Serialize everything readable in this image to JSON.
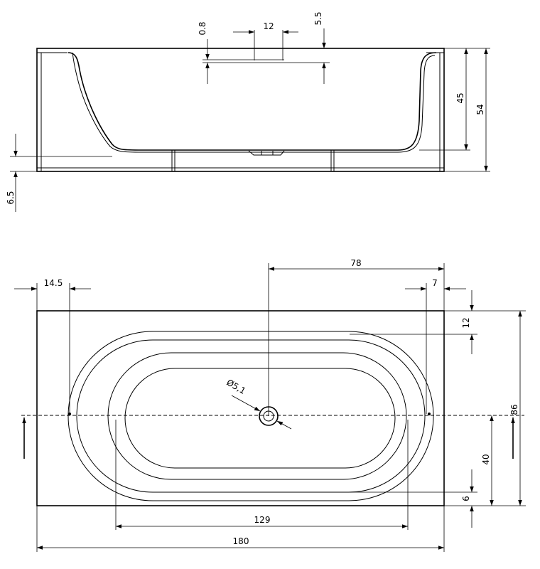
{
  "side_view": {
    "dim_rim_thickness": "0.8",
    "dim_drain_width": "12",
    "dim_rim_offset": "5.5",
    "dim_inner_depth": "45",
    "dim_total_height": "54",
    "dim_foot_height": "6.5"
  },
  "top_view": {
    "dim_drain_offset": "78",
    "dim_end_margin": "14.5",
    "dim_right_margin": "7",
    "dim_rim_width": "12",
    "dim_drain_diameter": "Ø5,1",
    "dim_total_width": "86",
    "dim_half_width": "40",
    "dim_bottom_rim": "6",
    "dim_inner_length": "129",
    "dim_total_length": "180"
  },
  "colors": {
    "line": "#000000",
    "background": "#ffffff"
  }
}
